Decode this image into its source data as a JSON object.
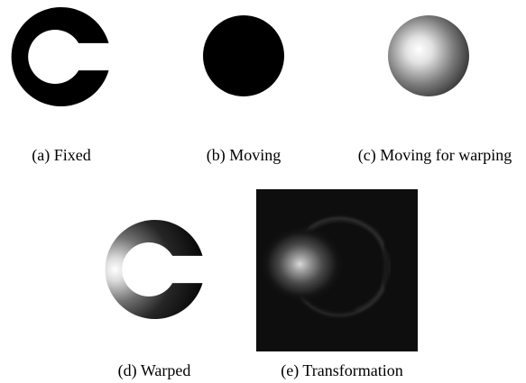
{
  "panels": [
    {
      "caption": "(a) Fixed"
    },
    {
      "caption": "(b) Moving"
    },
    {
      "caption": "(c) Moving for warping"
    },
    {
      "caption": "(d) Warped"
    },
    {
      "caption": "(e) Transformation"
    }
  ]
}
